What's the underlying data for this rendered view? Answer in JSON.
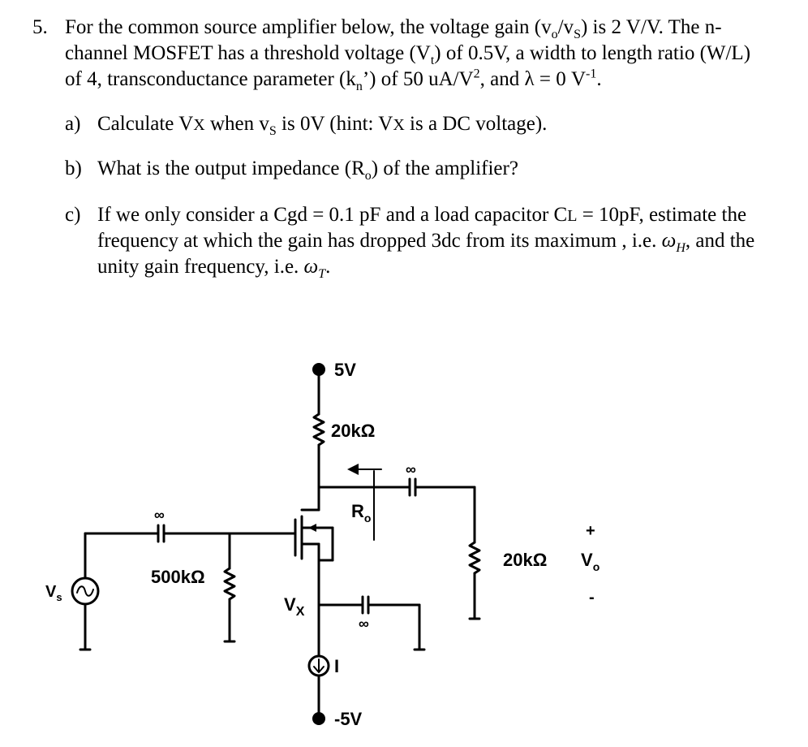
{
  "question": {
    "number": "5.",
    "stem_lines": [
      [
        "For the common source amplifier below, the voltage gain (v",
        {
          "sub": "o"
        },
        "/v",
        {
          "sub": "S"
        },
        ") is 2 V/V. The n-"
      ],
      [
        "channel MOSFET has a threshold voltage (V",
        {
          "sub": "t"
        },
        ") of 0.5V, a width to length ratio (W/L)"
      ],
      [
        "of 4, transconductance parameter (k",
        {
          "sub": "n"
        },
        "’) of 50 uA/V",
        {
          "sup": "2"
        },
        ", and λ = 0 V",
        {
          "sup": "-1"
        },
        "."
      ]
    ],
    "parts": [
      {
        "label": "a)",
        "lines": [
          [
            "Calculate V",
            {
              "small": "X"
            },
            " when v",
            {
              "sub": "S"
            },
            " is 0V (hint: V",
            {
              "small": "X"
            },
            " is a DC voltage)."
          ]
        ]
      },
      {
        "label": "b)",
        "lines": [
          [
            "What is the output impedance (R",
            {
              "sub": "o"
            },
            ") of the amplifier?"
          ]
        ]
      },
      {
        "label": "c)",
        "lines": [
          [
            "If we only consider a Cgd = 0.1 pF and a load capacitor C",
            {
              "small": "L"
            },
            " = 10pF, estimate the"
          ],
          [
            "frequency at which the gain has dropped 3dc from its maximum , i.e. ",
            {
              "it": "ω"
            },
            {
              "itsub": "H"
            },
            ", and the"
          ],
          [
            "unity gain frequency, i.e. ",
            {
              "it": "ω"
            },
            {
              "itsub": "T"
            },
            "."
          ]
        ]
      }
    ]
  },
  "circuit": {
    "supply_top": "5V",
    "supply_bottom": "-5V",
    "drain_resistor": "20kΩ",
    "load_resistor": "20kΩ",
    "gate_resistor": "500kΩ",
    "output_impedance": {
      "main": "R",
      "sub": "o"
    },
    "node_vx": {
      "main": "V",
      "sub": "X"
    },
    "current_source": "I",
    "source_label": {
      "main": "V",
      "sub": "s"
    },
    "output_label": {
      "main": "V",
      "sub": "o"
    },
    "output_plus": "+",
    "output_minus": "-",
    "infinity": "∞"
  }
}
